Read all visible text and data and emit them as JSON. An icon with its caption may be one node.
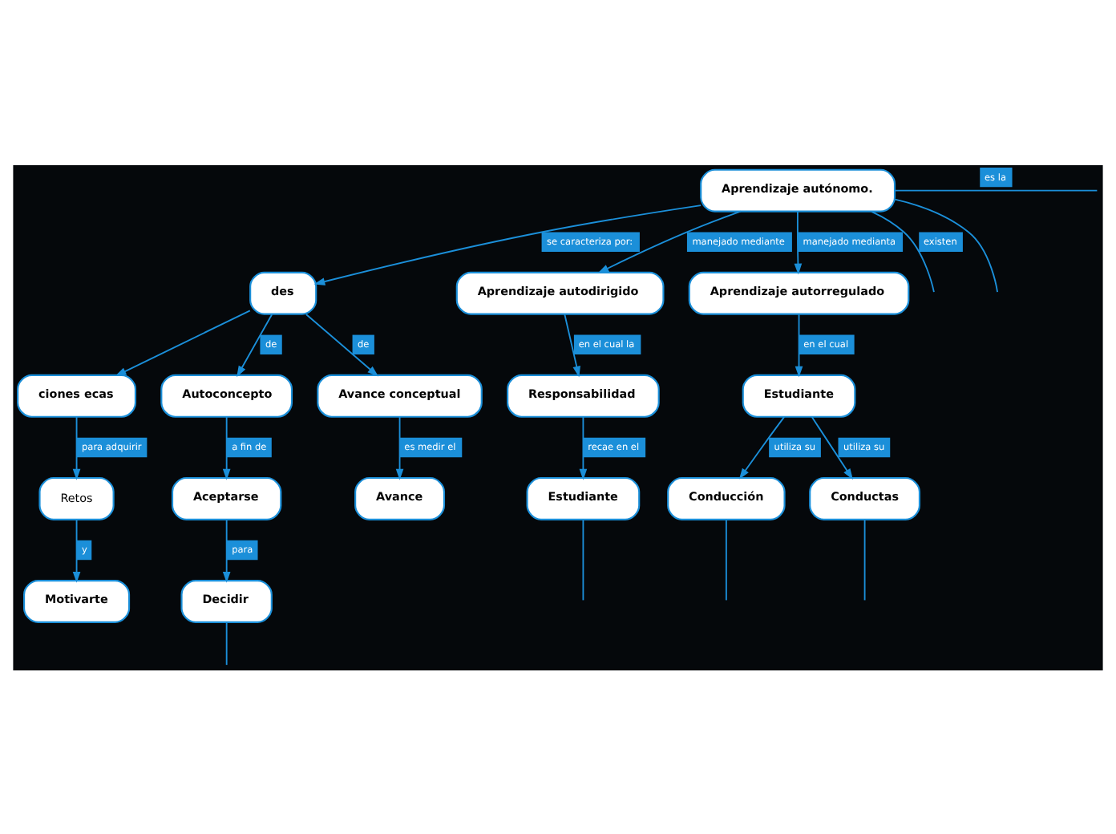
{
  "diagram": {
    "nodes": [
      {
        "text": [
          "Aprendizaje autónomo."
        ]
      },
      {
        "text": [
          "des"
        ]
      },
      {
        "text": [
          "Aprendizaje autodirigido"
        ]
      },
      {
        "text": [
          "Aprendizaje autorregulado"
        ]
      },
      {
        "text": [
          "ciones ecas"
        ]
      },
      {
        "text": [
          "Autoconcepto"
        ]
      },
      {
        "text": [
          "Avance conceptual"
        ]
      },
      {
        "text": [
          "Responsabilidad"
        ]
      },
      {
        "text": [
          "Estudiante"
        ]
      },
      {
        "text": [
          "Retos"
        ]
      },
      {
        "text": [
          "Aceptarse"
        ]
      },
      {
        "text": [
          "Avance"
        ]
      },
      {
        "text": [
          "Estudiante"
        ]
      },
      {
        "text": [
          "Conducción"
        ]
      },
      {
        "text": [
          "Conductas"
        ]
      },
      {
        "text": [
          "Decidir"
        ]
      },
      {
        "text": [
          "Motivarte"
        ]
      }
    ],
    "edges": [
      {
        "from": 0,
        "to": null,
        "arrow": "none",
        "label": "es la"
      },
      {
        "from": 0,
        "to": 1,
        "arrow": "to",
        "label": "se caracteriza por:"
      },
      {
        "from": 0,
        "to": 2,
        "arrow": "to",
        "label": "manejado mediante"
      },
      {
        "from": 0,
        "to": 3,
        "arrow": "to",
        "label": "manejado medianta"
      },
      {
        "from": 0,
        "to": null,
        "arrow": "none",
        "label": "existen"
      },
      {
        "from": 0,
        "to": null,
        "arrow": "none"
      },
      {
        "from": 1,
        "to": 4,
        "arrow": "to"
      },
      {
        "from": 1,
        "to": 5,
        "arrow": "to",
        "label": "de"
      },
      {
        "from": 1,
        "to": 6,
        "arrow": "to",
        "label": "de"
      },
      {
        "from": 4,
        "to": 9,
        "arrow": "to",
        "label": "para adquirir"
      },
      {
        "from": 5,
        "to": 10,
        "arrow": "to",
        "label": "a fin de"
      },
      {
        "from": 6,
        "to": 11,
        "arrow": "to",
        "label": "es medir el"
      },
      {
        "from": 2,
        "to": 7,
        "arrow": "to",
        "label": "en el cual la"
      },
      {
        "from": 7,
        "to": 12,
        "arrow": "to",
        "label": "recae en el"
      },
      {
        "from": 3,
        "to": 8,
        "arrow": "to",
        "label": "en el cual"
      },
      {
        "from": 8,
        "to": 13,
        "arrow": "to",
        "label": "utiliza su"
      },
      {
        "from": 8,
        "to": 14,
        "arrow": "to",
        "label": "utiliza su"
      },
      {
        "from": 9,
        "to": 16,
        "arrow": "to",
        "label": "y"
      },
      {
        "from": 10,
        "to": 15,
        "arrow": "to",
        "label": "para"
      },
      {
        "from": 15,
        "to": null,
        "arrow": "none"
      },
      {
        "from": 12,
        "to": null,
        "arrow": "none"
      },
      {
        "from": 13,
        "to": null,
        "arrow": "none"
      },
      {
        "from": 14,
        "to": null,
        "arrow": "none"
      }
    ]
  }
}
